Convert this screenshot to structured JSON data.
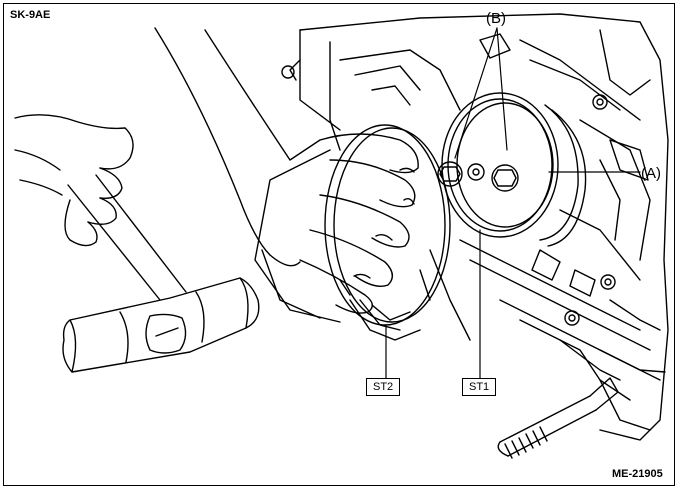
{
  "figure": {
    "id_top_left": "SK-9AE",
    "id_bottom_right": "ME-21905"
  },
  "callouts": {
    "A": "(A)",
    "B": "(B)"
  },
  "tools": {
    "st1": "ST1",
    "st2": "ST2"
  },
  "colors": {
    "line": "#000000",
    "background": "#ffffff"
  }
}
